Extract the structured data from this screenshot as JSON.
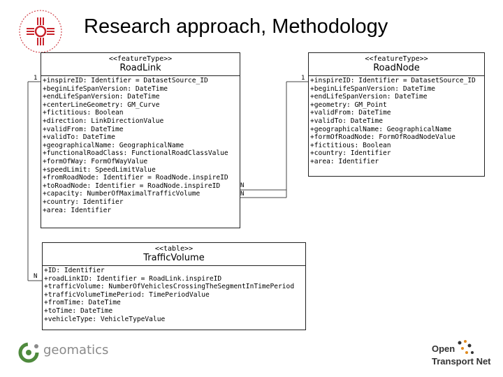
{
  "title": "Research approach, Methodology",
  "logos": {
    "top_left_text": "ZIA",
    "bottom_left_text": "geomatics",
    "bottom_right_line1": "Open",
    "bottom_right_line2": "Transport Net"
  },
  "classes": {
    "road_link": {
      "stereotype": "<<featureType>>",
      "name": "RoadLink",
      "attributes": [
        "+inspireID: Identifier = DatasetSource_ID",
        "+beginLifeSpanVersion: DateTime",
        "+endLifeSpanVersion: DateTime",
        "+centerLineGeometry: GM_Curve",
        "+fictitious: Boolean",
        "+direction: LinkDirectionValue",
        "+validFrom: DateTime",
        "+validTo: DateTime",
        "+geographicalName: GeographicalName",
        "+functionalRoadClass: FunctionalRoadClassValue",
        "+formOfWay: FormOfWayValue",
        "+speedLimit: SpeedLimitValue",
        "+fromRoadNode: Identifier = RoadNode.inspireID",
        "+toRoadNode: Identifier = RoadNode.inspireID",
        "+capacity: NumberOfMaximalTrafficVolume",
        "+country: Identifier",
        "+area: Identifier"
      ]
    },
    "road_node": {
      "stereotype": "<<featureType>>",
      "name": "RoadNode",
      "attributes": [
        "+inspireID: Identifier = DatasetSource_ID",
        "+beginLifeSpanVersion: DateTime",
        "+endLifeSpanVersion: DateTime",
        "+geometry: GM_Point",
        "+validFrom: DateTime",
        "+validTo: DateTime",
        "+geographicalName: GeographicalName",
        "+formOfRoadNode: FormOfRoadNodeValue",
        "+fictitious: Boolean",
        "+country: Identifier",
        "+area: Identifier"
      ]
    },
    "traffic_volume": {
      "stereotype": "<<table>>",
      "name": "TrafficVolume",
      "attributes": [
        "+ID: Identifier",
        "+roadLinkID: Identifier = RoadLink.inspireID",
        "+trafficVolume: NumberOfVehiclesCrossingTheSegmentInTimePeriod",
        "+trafficVolumeTimePeriod: TimePeriodValue",
        "+fromTime: DateTime",
        "+toTime: DateTime",
        "+vehicleType: VehicleTypeValue"
      ]
    }
  },
  "multiplicities": {
    "roadlink_left": "1",
    "roadlink_to_node_a": "N",
    "roadlink_to_node_b": "N",
    "roadnode_left": "1",
    "traffic_left": "N"
  },
  "colors": {
    "zia_red": "#c8232c",
    "geo_green": "#4f8a3d",
    "otn_gray": "#333333"
  }
}
